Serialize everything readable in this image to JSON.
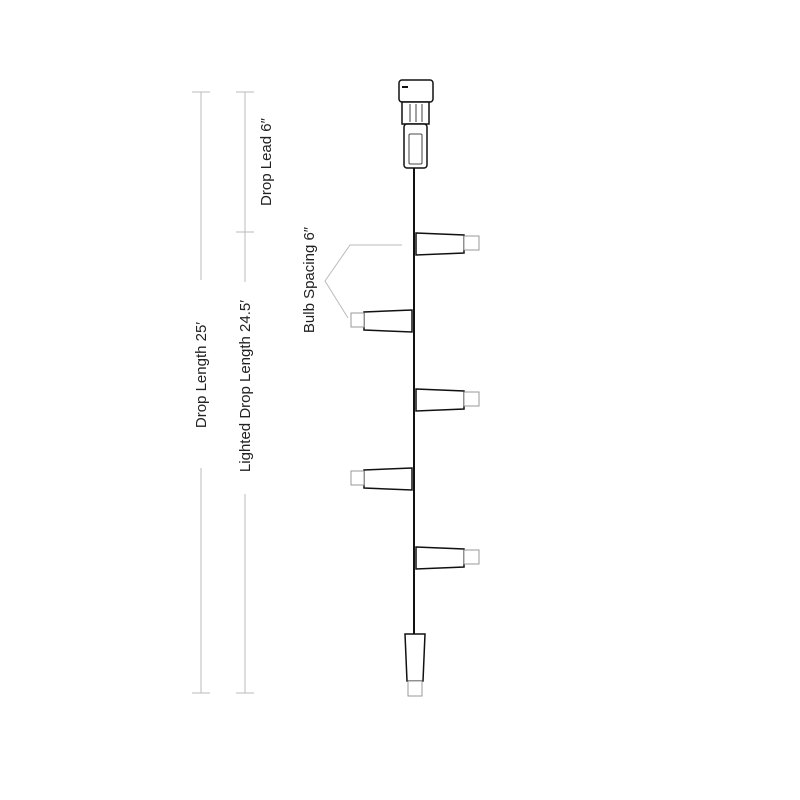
{
  "labels": {
    "drop_length": "Drop Length 25′",
    "lighted_drop_length": "Lighted Drop Length 24.5′",
    "drop_lead": "Drop Lead 6″",
    "bulb_spacing": "Bulb Spacing 6″"
  },
  "colors": {
    "cable": "#111111",
    "dimension_line": "#bbbbbb",
    "bulb_tip": "#999999"
  }
}
